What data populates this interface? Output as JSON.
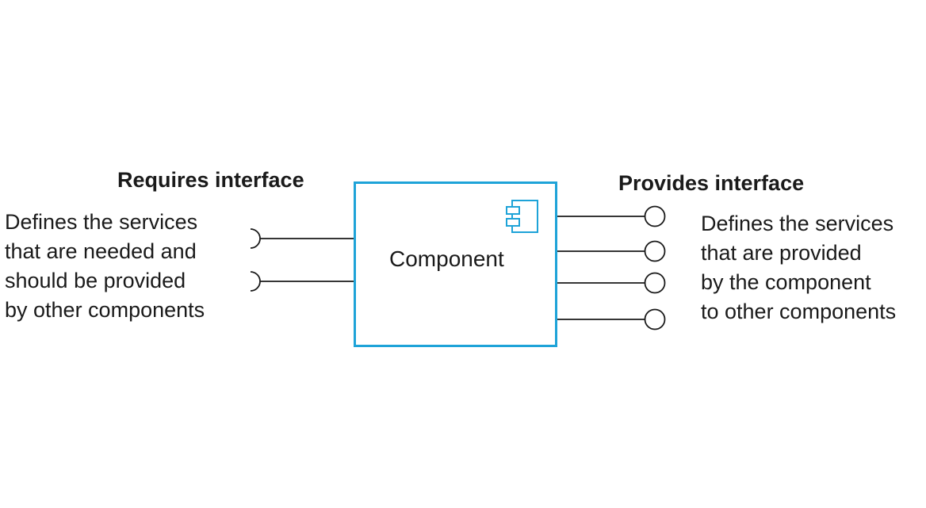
{
  "diagram": {
    "requires": {
      "heading": "Requires interface",
      "description": [
        "Defines the services",
        "that are needed and",
        "should be provided",
        "by other components"
      ]
    },
    "provides": {
      "heading": "Provides interface",
      "description": [
        "Defines the services",
        "that are provided",
        "by the component",
        "to other components"
      ]
    },
    "component": {
      "label": "Component",
      "icon": "uml-component-icon"
    },
    "colors": {
      "component_border": "#1ea3d8",
      "lines": "#1a1a1a"
    }
  }
}
